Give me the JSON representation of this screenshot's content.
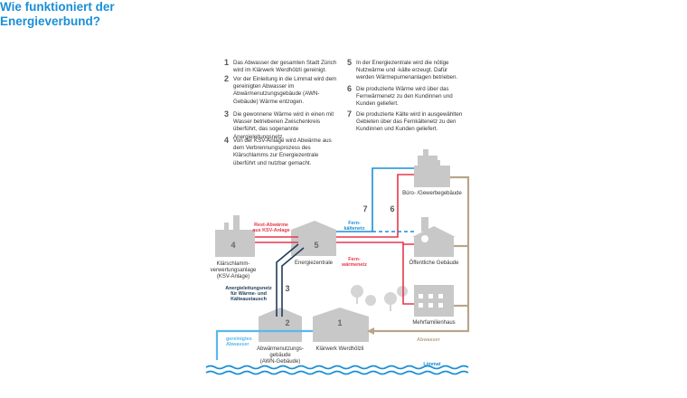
{
  "title_line1": "Wie funktioniert der",
  "title_line2": "Energieverbund?",
  "steps": [
    {
      "num": "1",
      "text": "Das Abwasser der gesamten Stadt Zürich wird im Klärwerk Werdhölzli gereinigt."
    },
    {
      "num": "2",
      "text": "Vor der Einleitung in die Limmat wird dem gereinigten Abwasser im Abwärmenutzungsgebäude (AWN-Gebäude) Wärme entzogen."
    },
    {
      "num": "3",
      "text": "Die gewonnene Wärme wird in einen mit Wasser betriebenen Zwischenkreis überführt, das sogenannte Anergieleitungsnetz."
    },
    {
      "num": "4",
      "text": "Von der KSV-Anlage wird Abwärme aus dem Verbrennungsprozess des Klärschlamms zur Energiezentrale überführt und nutzbar gemacht."
    },
    {
      "num": "5",
      "text": "In der Energiezentrale wird die nötige Nutzwärme und -kälte erzeugt. Dafür werden Wärmepumenanlagen betrieben."
    },
    {
      "num": "6",
      "text": "Die produzierte Wärme wird über das Fernwärmenetz zu den Kundinnen und Kunden geliefert."
    },
    {
      "num": "7",
      "text": "Die produzierte Kälte wird in ausgewählten Gebieten über das Fernkältenetz zu den Kundinnen und Kunden geliefert."
    }
  ],
  "diagram": {
    "labels": {
      "buero": "Büro- /Gewerbegebäude",
      "oeffentlich": "Öffentliche Gebäude",
      "mehrfamilien": "Mehrfamilienhaus",
      "ksv_line1": "Klärschlamm-",
      "ksv_line2": "verwertungsanlage",
      "ksv_line3": "(KSV-Anlage)",
      "energiezentrale": "Energiezentrale",
      "awn_line1": "Abwärmenutzungs-",
      "awn_line2": "gebäude",
      "awn_line3": "(AWN-Gebäude)",
      "klaerwerk": "Klärwerk Werdhölzli",
      "rest_line1": "Rest-Abwärme",
      "rest_line2": "aus KSV-Anlage",
      "fernkaelte_line1": "Fern-",
      "fernkaelte_line2": "kältenetz",
      "fernwaerme_line1": "Fern-",
      "fernwaerme_line2": "wärmenetz",
      "anergie_line1": "Anergieleitungsnetz",
      "anergie_line2": "für Wärme- und",
      "anergie_line3": "Kälteaustausch",
      "gereinigtes_line1": "gereinigtes",
      "gereinigtes_line2": "Abwasser",
      "abwasser": "Abwasser",
      "limmat": "Limmat"
    },
    "numbers": {
      "n1": "1",
      "n2": "2",
      "n3": "3",
      "n4": "4",
      "n5": "5",
      "n6": "6",
      "n7": "7"
    },
    "colors": {
      "building": "#c8c8c8",
      "heat": "#e8374b",
      "cold": "#1a8fd6",
      "anergy": "#1f3d5c",
      "sewage": "#b9a58a",
      "river": "#1a8fd6",
      "text": "#333333",
      "title": "#1a8fd6"
    }
  }
}
